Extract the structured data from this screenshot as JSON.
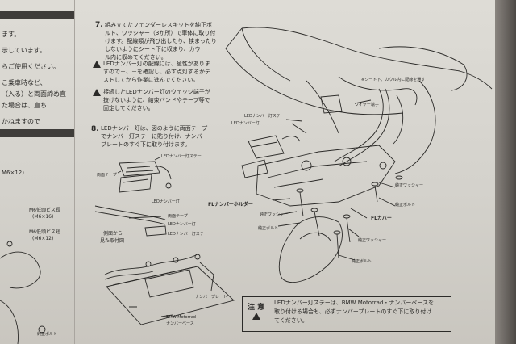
{
  "left_column": {
    "lines": [
      "ます。",
      "示しています。",
      "らご使用ください。",
      "こ乗車時など、",
      "（入る）と両面締め直",
      "た場合は、直ち",
      "かねますので",
      "M6×12)",
      "M6低頭ビス長",
      "(M6×16)",
      "M6低頭ビス短",
      "(M6×12)",
      "純正ボルト"
    ]
  },
  "step7": {
    "number": "7.",
    "lines": [
      "組み立てたフェンダーレスキットを純正ボ",
      "ルト、ワッシャー（3か所）で車体に取り付",
      "けます。配線類が飛び出したり、挟まったり",
      "しないようにシート下に収まり、カウ",
      "ル内に収めてください。"
    ],
    "warning1": [
      "LEDナンバー灯の配線には、極性がありま",
      "すので＋、－を確認し、必ず点灯するかテ",
      "ストしてから作業に進んでください。"
    ],
    "warning2": [
      "接続したLEDナンバー灯のウェッジ端子が",
      "抜けないように、結束バンドやテープ等で",
      "固定してください。"
    ]
  },
  "step8": {
    "number": "8.",
    "lines": [
      "LEDナンバー灯は、図のように両面テープ",
      "でナンバー灯ステーに貼り付け、ナンバー",
      "プレートのすぐ下に取り付けます。"
    ]
  },
  "diagram_small": {
    "labels": {
      "stay": "LEDナンバー灯ステー",
      "tape": "両面テープ",
      "lamp": "LEDナンバー灯",
      "tape2": "両面テープ",
      "lamp2": "LEDナンバー灯",
      "stay2": "LEDナンバー灯ステー",
      "side_view": "側面から",
      "side_view2": "見た取付図",
      "plate": "ナンバープレート",
      "base1": "BMW Motorrad",
      "base2": "ナンバーベース"
    }
  },
  "diagram_main": {
    "labels": {
      "seat_note": "※シート下、カウル内に配線を通す",
      "harness": "ワイヤー端子",
      "stay": "LEDナンバー灯ステー",
      "lamp": "LEDナンバー灯",
      "fl_holder": "FLナンバーホルダー",
      "washer1": "純正ワッシャー",
      "bolt1": "純正ボルト",
      "washer2": "純正ワッシャー",
      "bolt2": "純正ボルト",
      "fl_cover": "FLカバー",
      "washer3": "純正ワッシャー",
      "bolt3": "純正ボルト"
    }
  },
  "caution": {
    "label": "注 意",
    "lines": [
      "LEDナンバー灯ステーは、BMW Motorrad・ナンバーベースを",
      "取り付ける場合も、必ずナンバープレートのすぐ下に取り付け",
      "てください。"
    ]
  }
}
